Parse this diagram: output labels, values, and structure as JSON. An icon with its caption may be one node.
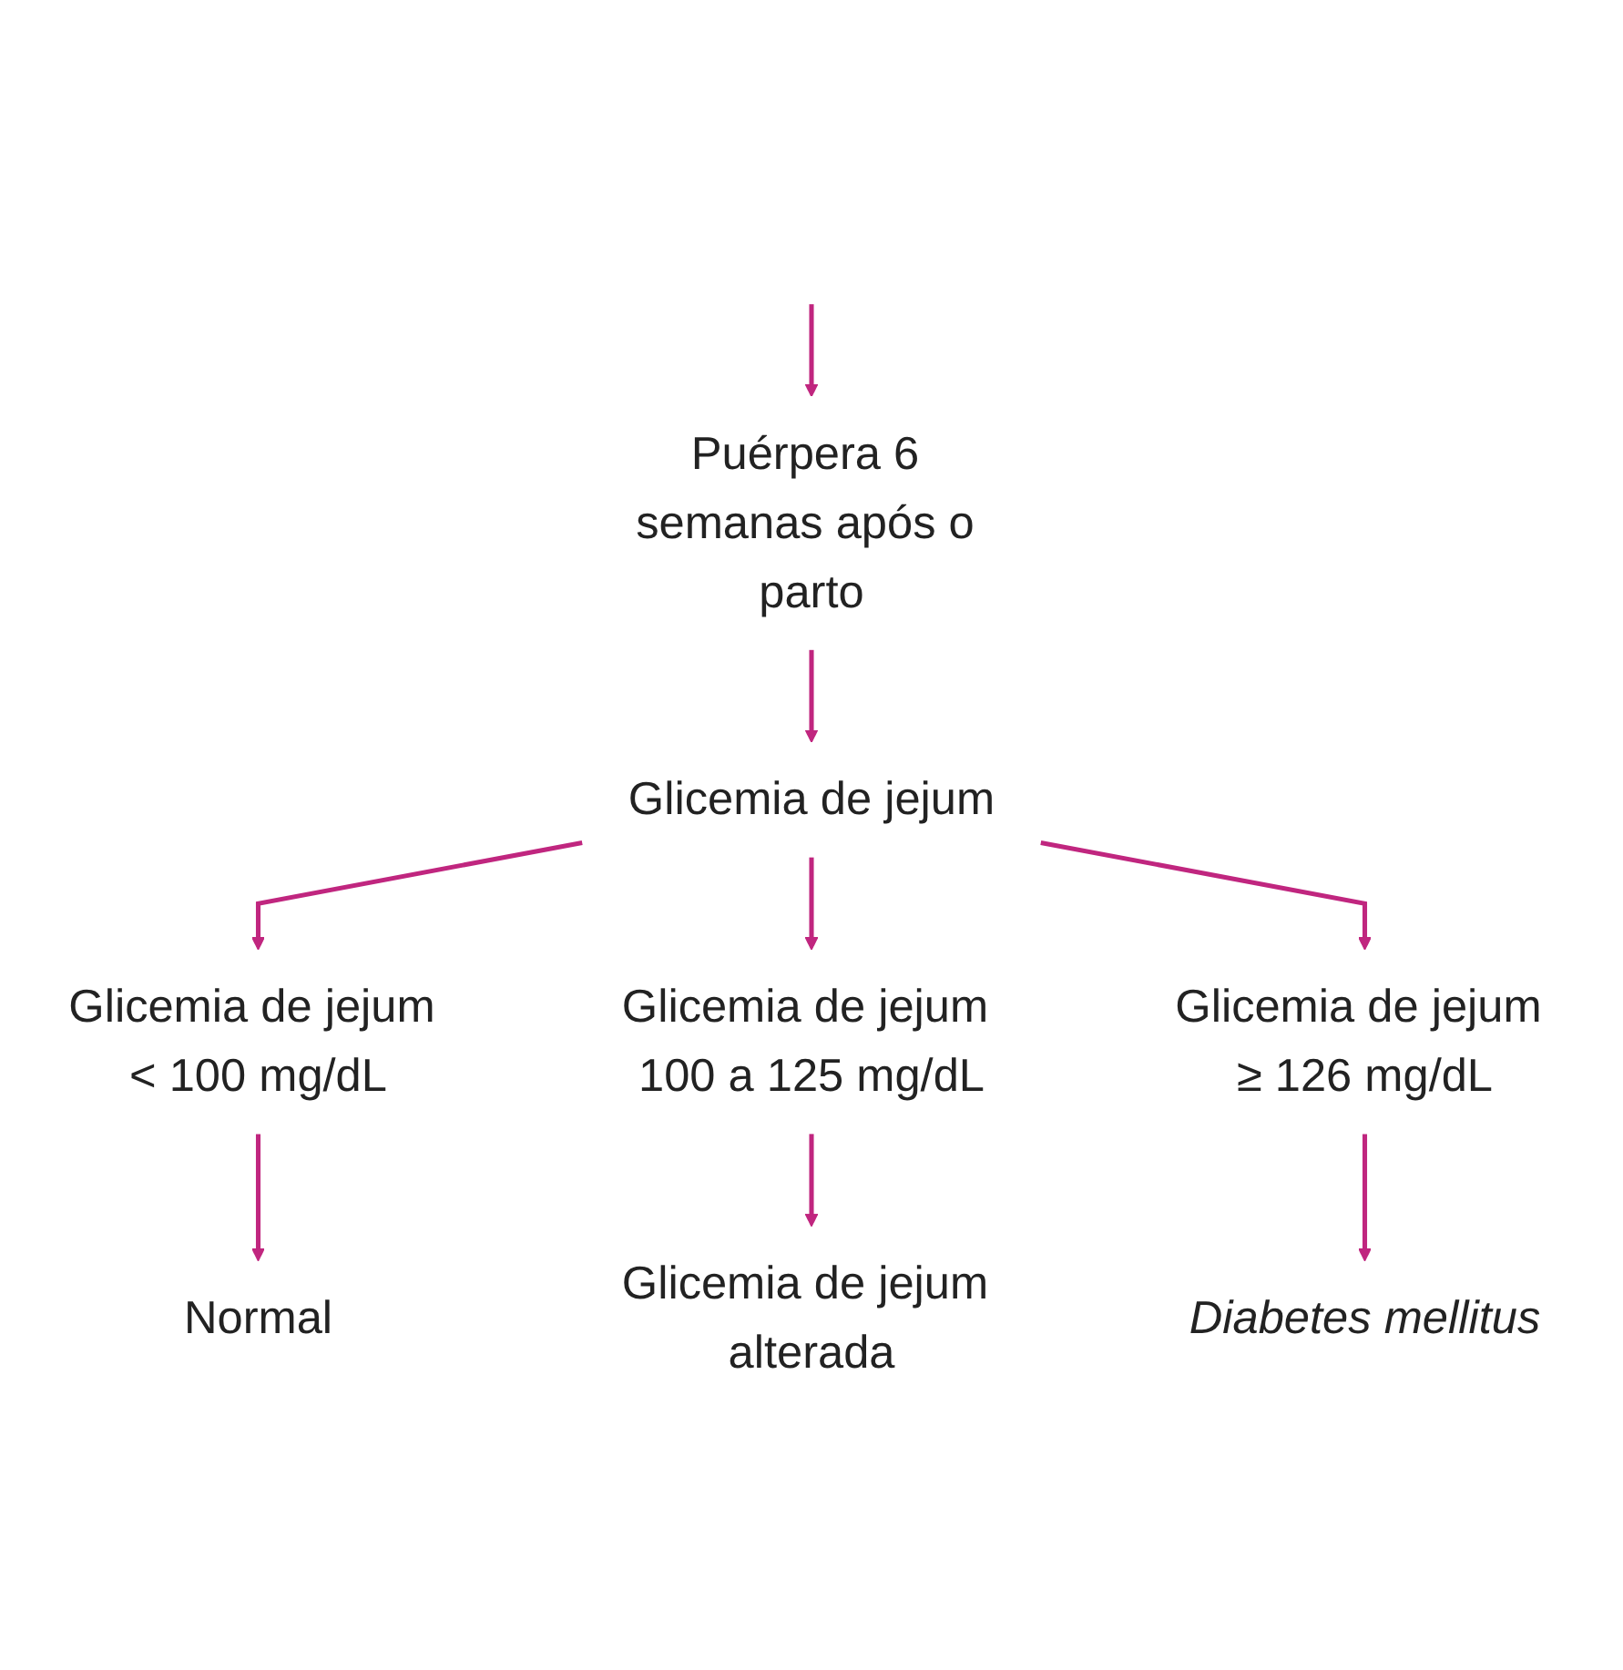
{
  "diagram": {
    "nodes": [
      {
        "text": [
          "Puérpera 6 semanas após o parto"
        ]
      },
      {
        "text": [
          "Glicemia de jejum"
        ]
      },
      {
        "text": [
          "Glicemia de jejum < 100 mg/dL"
        ]
      },
      {
        "text": [
          "Glicemia de jejum 100 a 125 mg/dL"
        ]
      },
      {
        "text": [
          "Glicemia de jejum ≥ 126 mg/dL"
        ]
      },
      {
        "text": [
          "Normal"
        ]
      },
      {
        "text": [
          "Glicemia de jejum alterada"
        ]
      },
      {
        "text": [
          "Diabetes mellitus"
        ]
      }
    ],
    "edges": [
      {
        "from": null,
        "to": 0,
        "arrow": "to"
      },
      {
        "from": 0,
        "to": 1,
        "arrow": "to"
      },
      {
        "from": 1,
        "to": 2,
        "arrow": "to"
      },
      {
        "from": 1,
        "to": 3,
        "arrow": "to"
      },
      {
        "from": 1,
        "to": 4,
        "arrow": "to"
      },
      {
        "from": 2,
        "to": 5,
        "arrow": "to"
      },
      {
        "from": 3,
        "to": 6,
        "arrow": "to"
      },
      {
        "from": 4,
        "to": 7,
        "arrow": "to"
      }
    ]
  }
}
